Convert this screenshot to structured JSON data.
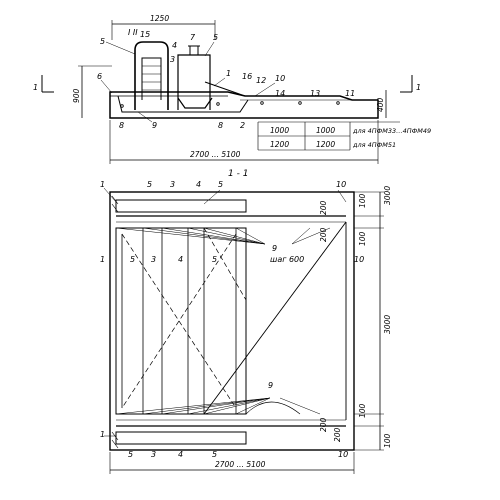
{
  "top_view": {
    "overall_width": "1250",
    "height_left": "900",
    "height_right": "400",
    "overall_length": "2700 … 5100",
    "section_mark": "1",
    "section_ref": "I  II",
    "callouts": [
      "5",
      "15",
      "3",
      "4",
      "7",
      "5",
      "6",
      "1",
      "16",
      "12",
      "10",
      "14",
      "13",
      "11",
      "8",
      "9",
      "8",
      "2"
    ],
    "row1": {
      "a": "1000",
      "b": "1000",
      "note": "для 4ПФМ33…4ПФМ49"
    },
    "row2": {
      "a": "1200",
      "b": "1200",
      "note": "для 4ПФМ51"
    }
  },
  "section": {
    "title": "1 - 1",
    "callouts_top": [
      "1",
      "5",
      "3",
      "4",
      "5",
      "10"
    ],
    "callouts_mid": [
      "1",
      "5",
      "3",
      "4",
      "5",
      "9",
      "10"
    ],
    "step_note": "шаг 600",
    "callouts_bottom": [
      "1",
      "5",
      "3",
      "4",
      "5",
      "10",
      "9"
    ],
    "dims_right": [
      "100",
      "200",
      "100",
      "200",
      "3000",
      "100",
      "200",
      "200",
      "3000",
      "100"
    ],
    "overall_length": "2700 … 5100"
  }
}
